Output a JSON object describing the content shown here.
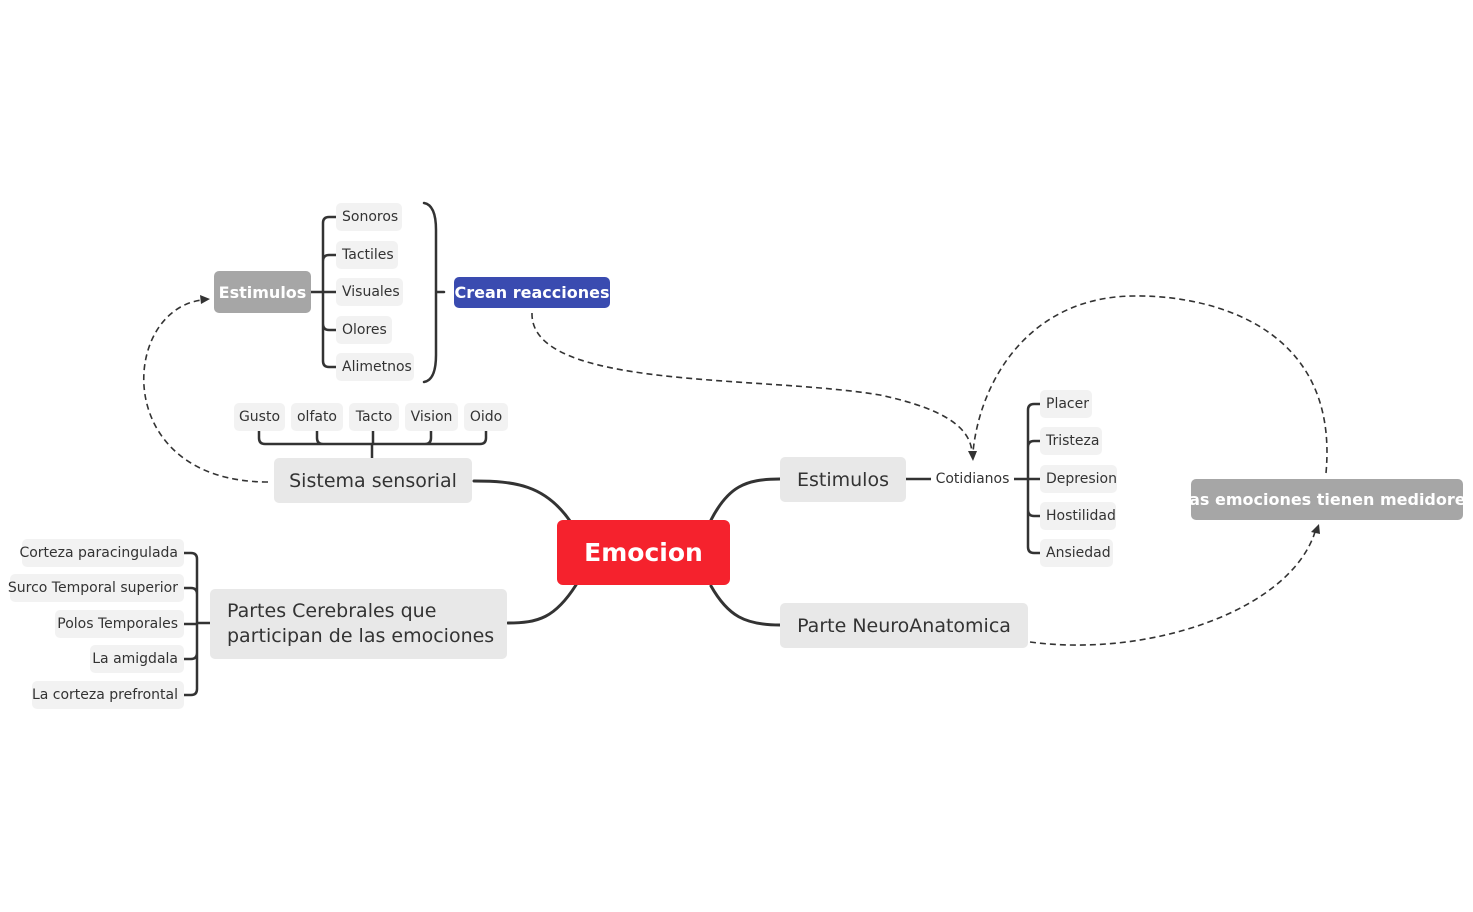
{
  "central": {
    "label": "Emocion"
  },
  "branches": {
    "sistema_sensorial": {
      "label": "Sistema sensorial"
    },
    "partes_cerebrales": {
      "label": "Partes Cerebrales que participan de las emociones"
    },
    "estimulos_right": {
      "label": "Estimulos"
    },
    "parte_neuro": {
      "label": "Parte NeuroAnatomica"
    }
  },
  "sentidos": [
    "Gusto",
    "olfato",
    "Tacto",
    "Vision",
    "Oido"
  ],
  "partes": [
    "Corteza paracingulada",
    "Surco Temporal superior",
    "Polos Temporales",
    "La amigdala",
    "La corteza prefrontal"
  ],
  "cotidianos": {
    "label": "Cotidianos",
    "items": [
      "Placer",
      "Tristeza",
      "Depresion",
      "Hostilidad",
      "Ansiedad"
    ]
  },
  "estimulos_floating": {
    "label": "Estimulos",
    "items": [
      "Sonoros",
      "Tactiles",
      "Visuales",
      "Olores",
      "Alimetnos"
    ]
  },
  "crean_reacciones": {
    "label": "Crean reacciones"
  },
  "medidores": {
    "label": "Las emociones tienen medidores"
  },
  "colors": {
    "central": "#f5222d",
    "main_topic": "#e8e8e8",
    "sub_topic": "#f2f2f2",
    "floating_grey": "#a6a6a6",
    "floating_blue": "#3a4bb0",
    "line": "#333333"
  }
}
